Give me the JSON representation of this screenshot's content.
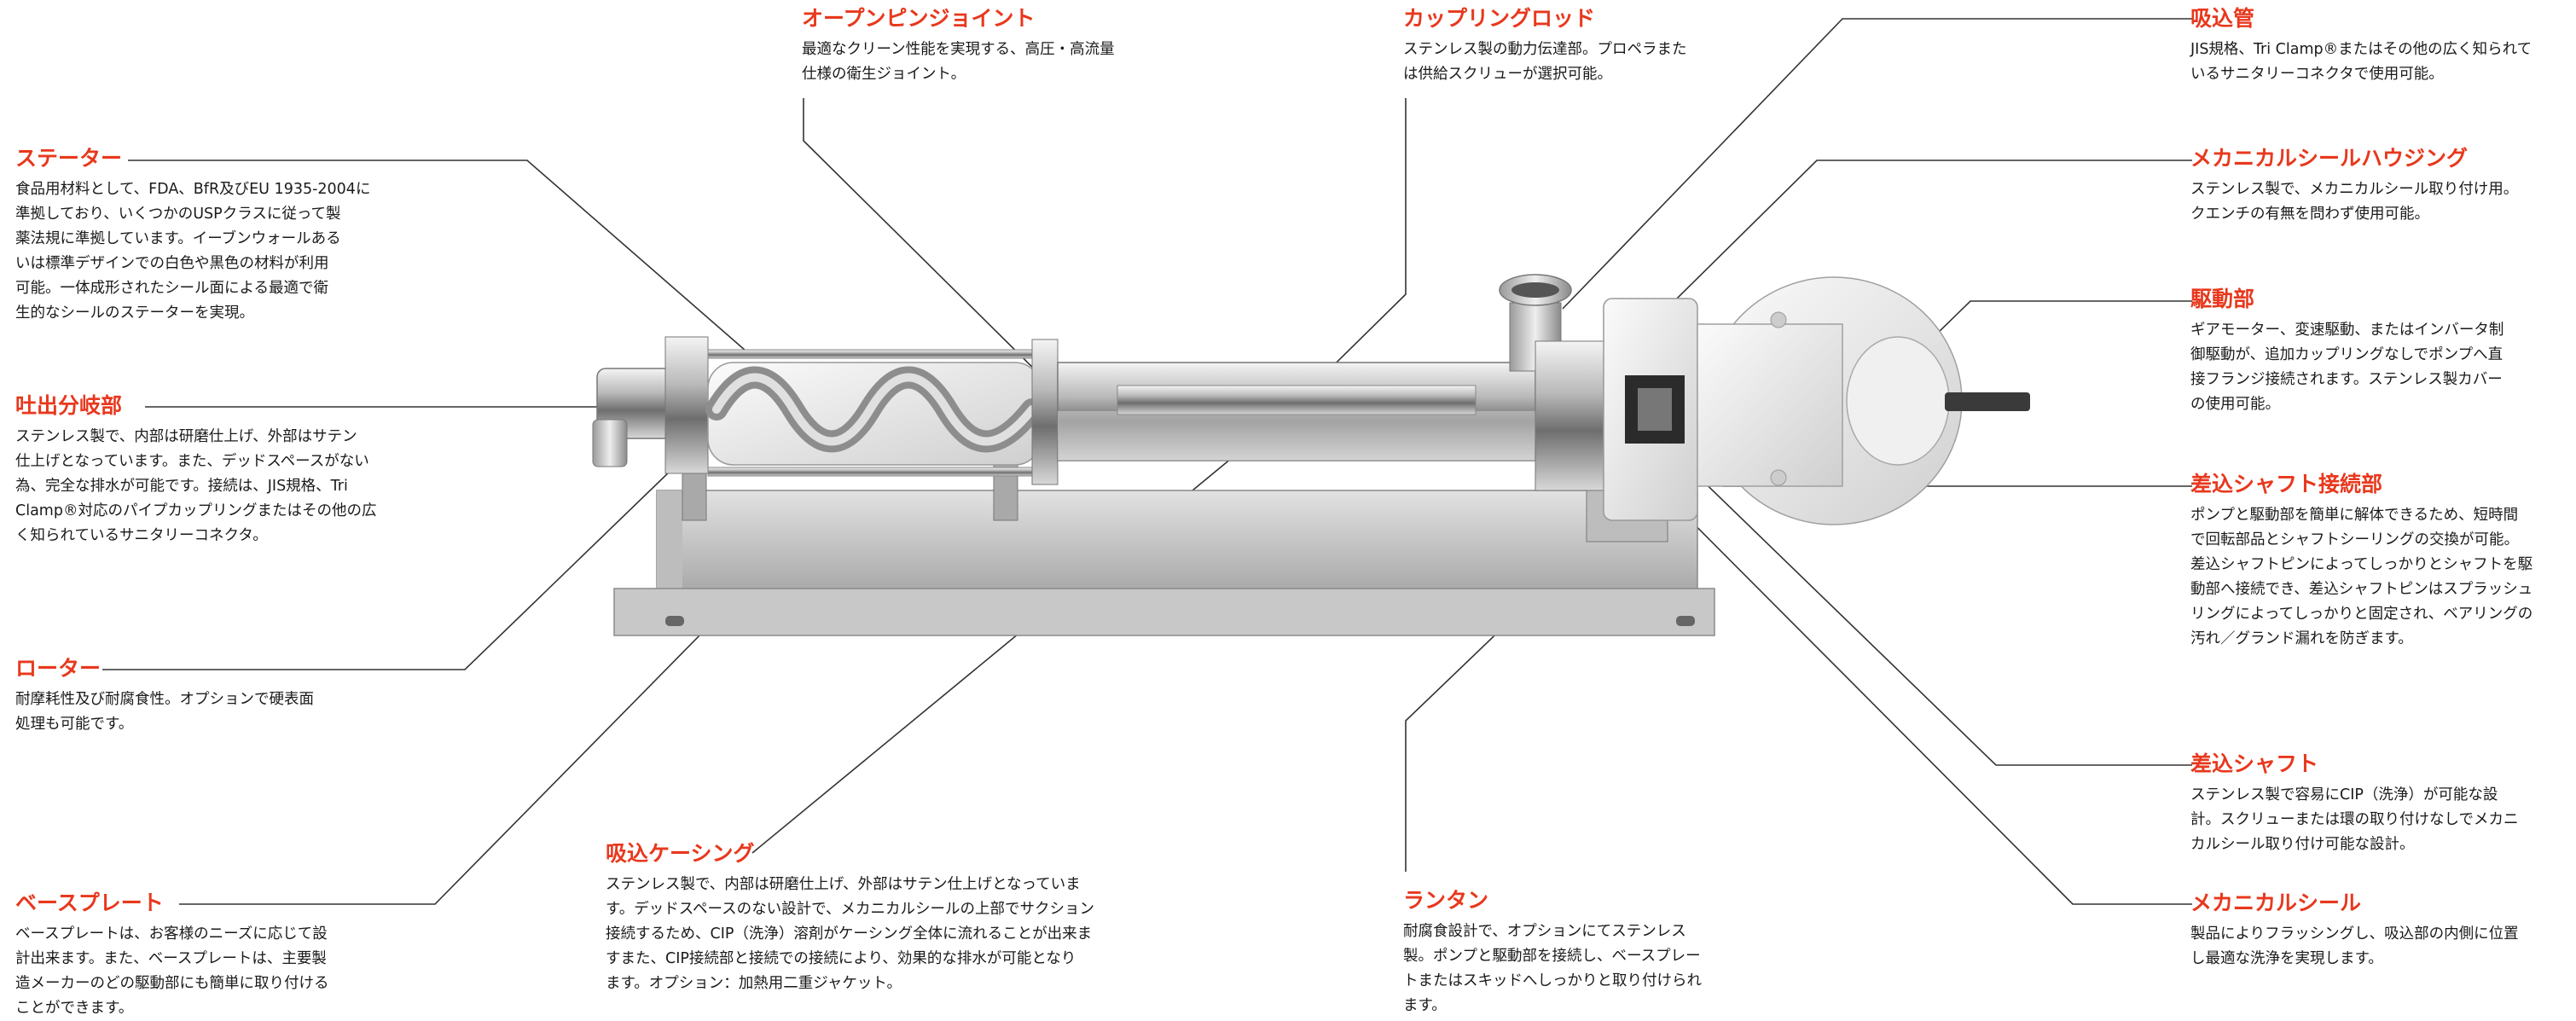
{
  "callouts": {
    "stator": {
      "title": "ステーター",
      "body": "食品用材料として、FDA、BfR及びEU 1935-2004に\n準拠しており、いくつかのUSPクラスに従って製\n薬法規に準拠しています。イーブンウォールある\nいは標準デザインでの白色や黒色の材料が利用\n可能。一体成形されたシール面による最適で衛\n生的なシールのステーターを実現。"
    },
    "discharge": {
      "title": "吐出分岐部",
      "body": "ステンレス製で、内部は研磨仕上げ、外部はサテン\n仕上げとなっています。また、デッドスペースがない\n為、完全な排水が可能です。接続は、JIS規格、Tri\nClamp®対応のパイプカップリングまたはその他の広\nく知られているサニタリーコネクタ。"
    },
    "rotor": {
      "title": "ローター",
      "body": "耐摩耗性及び耐腐食性。オプションで硬表面\n処理も可能です。"
    },
    "baseplate": {
      "title": "ベースプレート",
      "body": "ベースプレートは、お客様のニーズに応じて設\n計出来ます。また、ベースプレートは、主要製\n造メーカーのどの駆動部にも簡単に取り付ける\nことができます。"
    },
    "open_pin": {
      "title": "オープンピンジョイント",
      "body": "最適なクリーン性能を実現する、高圧・高流量\n仕様の衛生ジョイント。"
    },
    "suction_casing": {
      "title": "吸込ケーシング",
      "body": "ステンレス製で、内部は研磨仕上げ、外部はサテン仕上げとなっていま\nす。デッドスペースのない設計で、メカニカルシールの上部でサクション\n接続するため、CIP（洗浄）溶剤がケーシング全体に流れることが出来ま\nすまた、CIP接続部と接続での接続により、効果的な排水が可能となり\nます。オプション：加熱用二重ジャケット。"
    },
    "coupling_rod": {
      "title": "カップリングロッド",
      "body": "ステンレス製の動力伝達部。プロペラまた\nは供給スクリューが選択可能。"
    },
    "lantern": {
      "title": "ランタン",
      "body": "耐腐食設計で、オプションにてステンレス\n製。ポンプと駆動部を接続し、ベースプレー\nトまたはスキッドへしっかりと取り付けられ\nます。"
    },
    "suction_pipe": {
      "title": "吸込管",
      "body": "JIS規格、Tri Clamp®またはその他の広く知られて\nいるサニタリーコネクタで使用可能。"
    },
    "mech_seal_housing": {
      "title": "メカニカルシールハウジング",
      "body": "ステンレス製で、メカニカルシール取り付け用。\nクエンチの有無を問わず使用可能。"
    },
    "drive": {
      "title": "駆動部",
      "body": "ギアモーター、変速駆動、またはインバータ制\n御駆動が、追加カップリングなしでポンプへ直\n接フランジ接続されます。ステンレス製カバー\nの使用可能。"
    },
    "plugin_shaft_conn": {
      "title": "差込シャフト接続部",
      "body": "ポンプと駆動部を簡単に解体できるため、短時間\nで回転部品とシャフトシーリングの交換が可能。\n差込シャフトピンによってしっかりとシャフトを駆\n動部へ接続でき、差込シャフトピンはスプラッシュ\nリングによってしっかりと固定され、ベアリングの\n汚れ／グランド漏れを防ぎます。"
    },
    "plugin_shaft": {
      "title": "差込シャフト",
      "body": "ステンレス製で容易にCIP（洗浄）が可能な設\n計。スクリューまたは環の取り付けなしでメカニ\nカルシール取り付け可能な設計。"
    },
    "mech_seal": {
      "title": "メカニカルシール",
      "body": "製品によりフラッシングし、吸込部の内側に位置\nし最適な洗浄を実現します。"
    }
  },
  "colors": {
    "title": "#e8381d",
    "body_text": "#1a1a1a",
    "leader_line": "#333333"
  }
}
